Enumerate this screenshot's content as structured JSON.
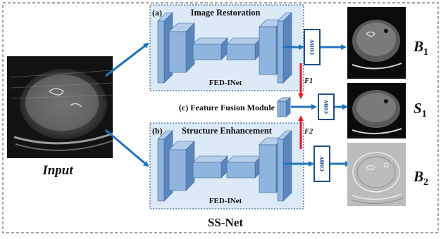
{
  "input": {
    "label": "Input"
  },
  "network": {
    "title": "SS-Net"
  },
  "restoration": {
    "tag": "(a)",
    "title": "Image Restoration",
    "encoder": "FED-INet"
  },
  "enhancement": {
    "tag": "(b)",
    "title": "Structure Enhancement",
    "encoder": "FED-INet"
  },
  "fusion": {
    "label": "(c)  Feature Fusion Module"
  },
  "conv_label": "conv",
  "features": {
    "f1": "F1",
    "f2": "F2"
  },
  "outputs": [
    {
      "letter": "B",
      "sub": "1"
    },
    {
      "letter": "S",
      "sub": "1"
    },
    {
      "letter": "B",
      "sub": "2"
    }
  ],
  "colors": {
    "box_fill": "#dce9f6",
    "box_border": "#3e6a9a",
    "block_front": "#8fb4dd",
    "block_side": "#5b86bd",
    "block_top": "#b5cde9",
    "arrow_blue": "#1f74c0",
    "arrow_red": "#e0201e",
    "conv_border": "#1f4f8a",
    "outer_border": "#6a6a6a"
  }
}
